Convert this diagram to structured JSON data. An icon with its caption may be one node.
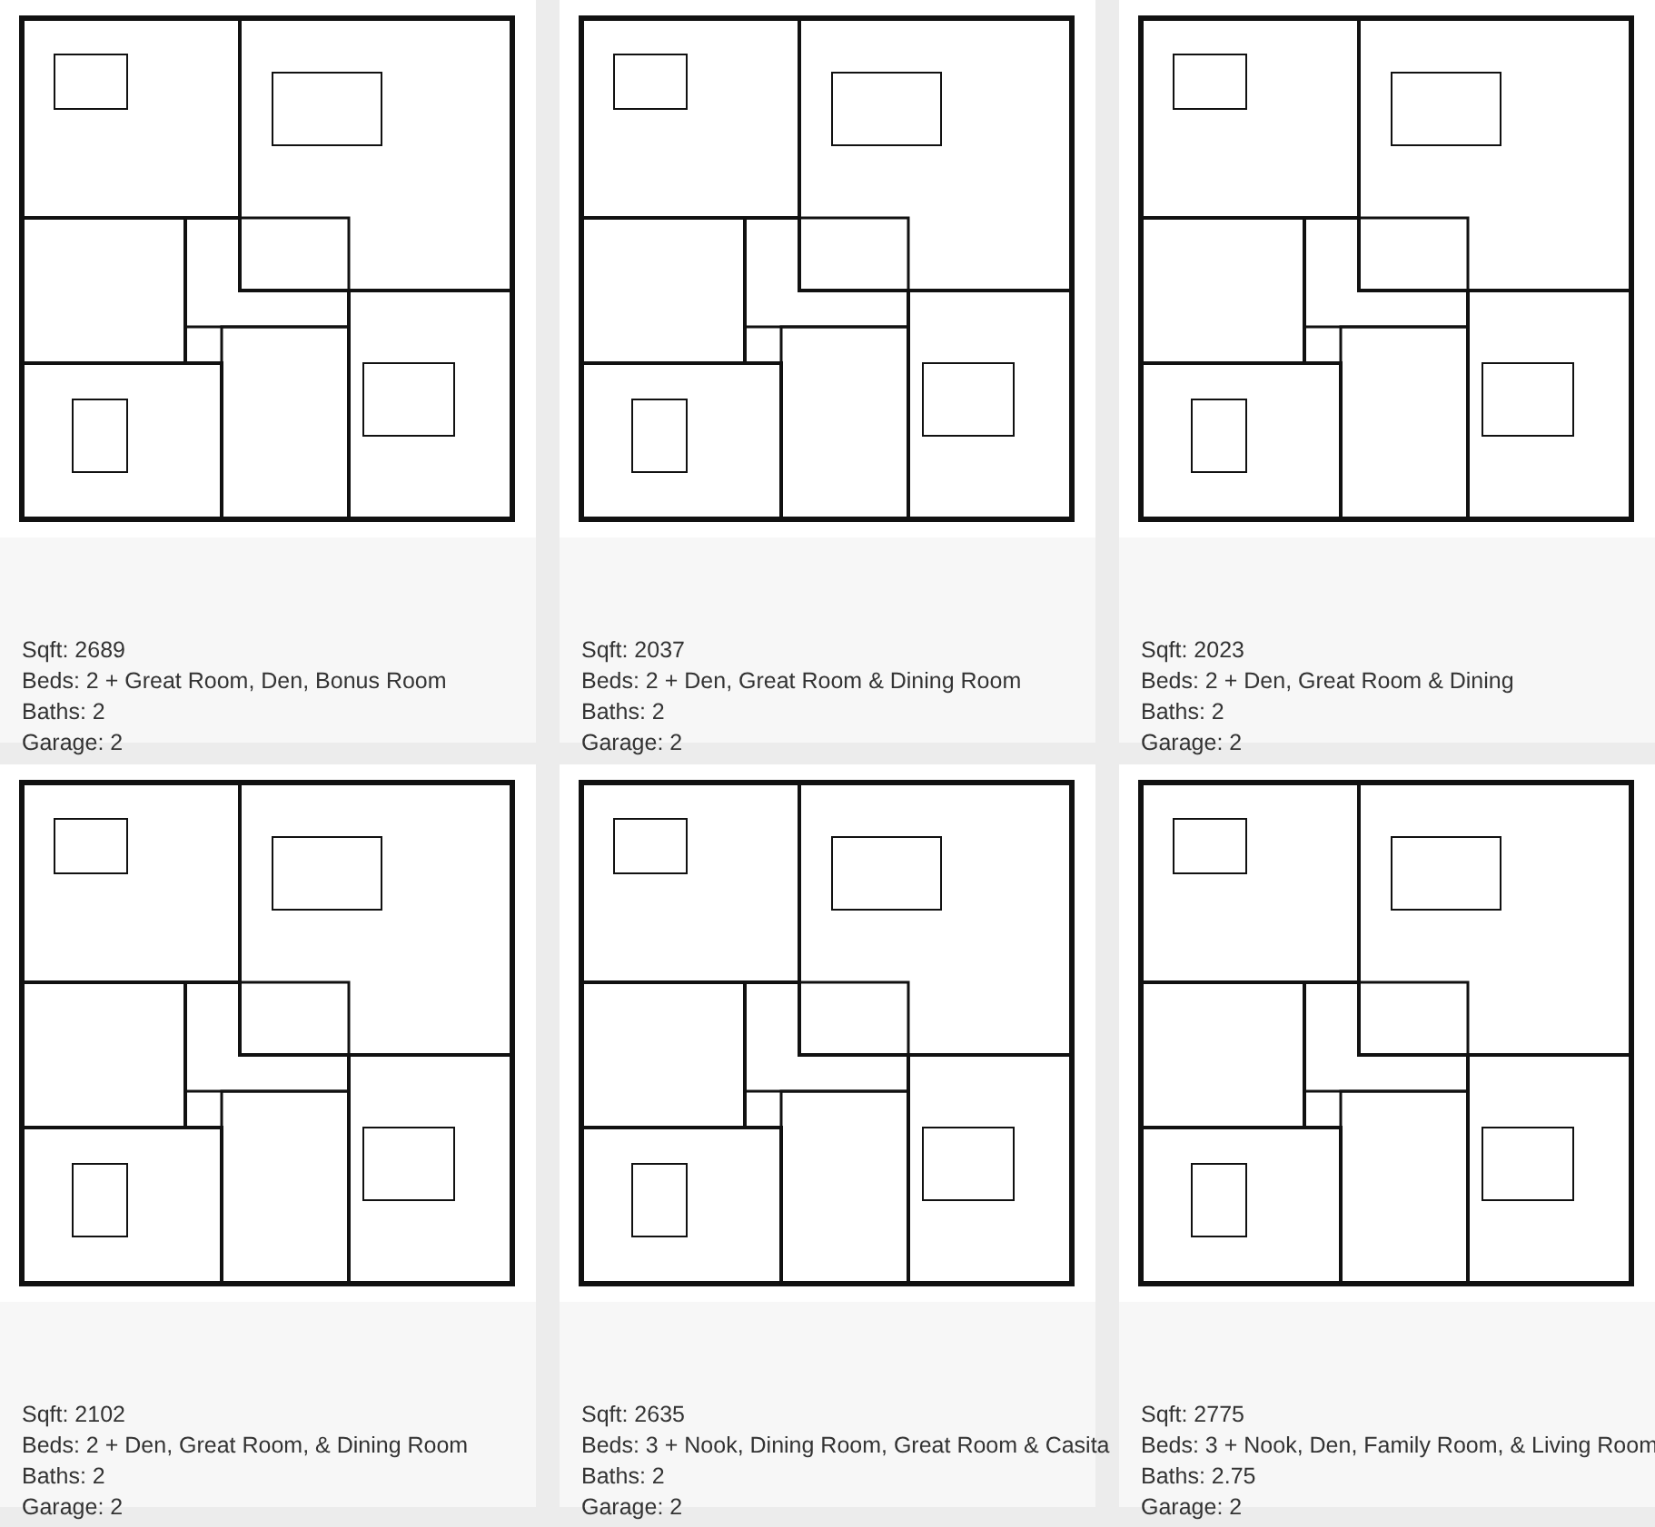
{
  "diagram": {
    "nodes": [
      {
        "text": [
          "Sqft: 2689",
          "Beds: 2 + Great Room, Den, Bonus Room",
          "Baths: 2",
          "Garage: 2"
        ]
      },
      {
        "text": [],
        "shape": "picture",
        "in": 0
      },
      {
        "text": [
          "Sqft: 2037",
          "Beds: 2 + Den, Great Room & Dining Room",
          "Baths: 2",
          "Garage: 2"
        ]
      },
      {
        "text": [],
        "shape": "picture",
        "in": 2
      },
      {
        "text": [
          "Sqft: 2023",
          "Beds: 2 + Den, Great Room & Dining",
          "Baths: 2",
          "Garage: 2"
        ]
      },
      {
        "text": [],
        "shape": "picture",
        "in": 4
      },
      {
        "text": [
          "Sqft: 2102",
          "Beds: 2 + Den, Great Room, & Dining Room",
          "Baths: 2",
          "Garage: 2"
        ]
      },
      {
        "text": [],
        "shape": "picture",
        "in": 6
      },
      {
        "text": [
          "Sqft: 2635",
          "Beds: 3 + Nook, Dining Room, Great Room & Casita",
          "Baths: 2",
          "Garage: 2"
        ]
      },
      {
        "text": [],
        "shape": "picture",
        "in": 8
      },
      {
        "text": [
          "Sqft: 2775",
          "Beds: 3 + Nook, Den, Family Room, & Living Room",
          "Baths: 2.75",
          "Garage: 2"
        ]
      },
      {
        "text": [],
        "shape": "picture",
        "in": 10
      }
    ]
  }
}
